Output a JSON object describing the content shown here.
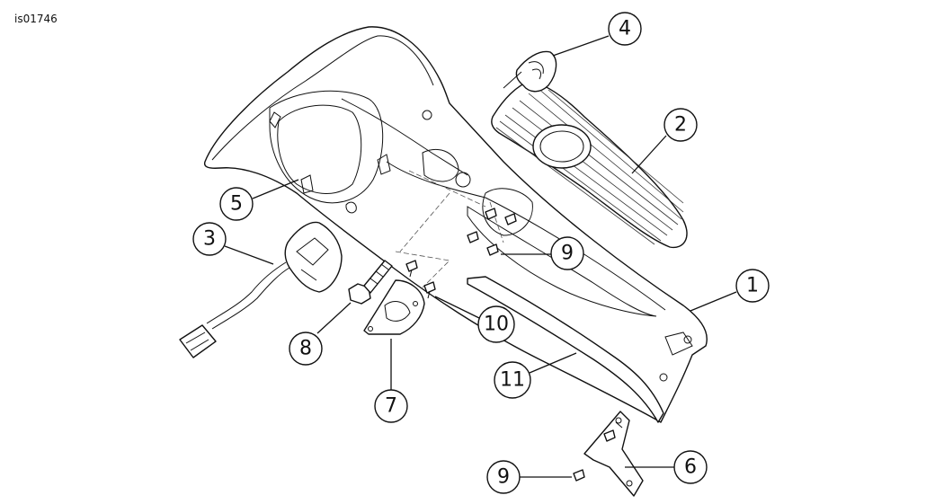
{
  "figure_id": "is01746",
  "callouts": [
    {
      "id": "c1",
      "label": "1"
    },
    {
      "id": "c2",
      "label": "2"
    },
    {
      "id": "c3",
      "label": "3"
    },
    {
      "id": "c4",
      "label": "4"
    },
    {
      "id": "c5",
      "label": "5"
    },
    {
      "id": "c6",
      "label": "6"
    },
    {
      "id": "c7",
      "label": "7"
    },
    {
      "id": "c8",
      "label": "8"
    },
    {
      "id": "c9a",
      "label": "9"
    },
    {
      "id": "c9b",
      "label": "9"
    },
    {
      "id": "c10",
      "label": "10"
    },
    {
      "id": "c11",
      "label": "11"
    }
  ]
}
